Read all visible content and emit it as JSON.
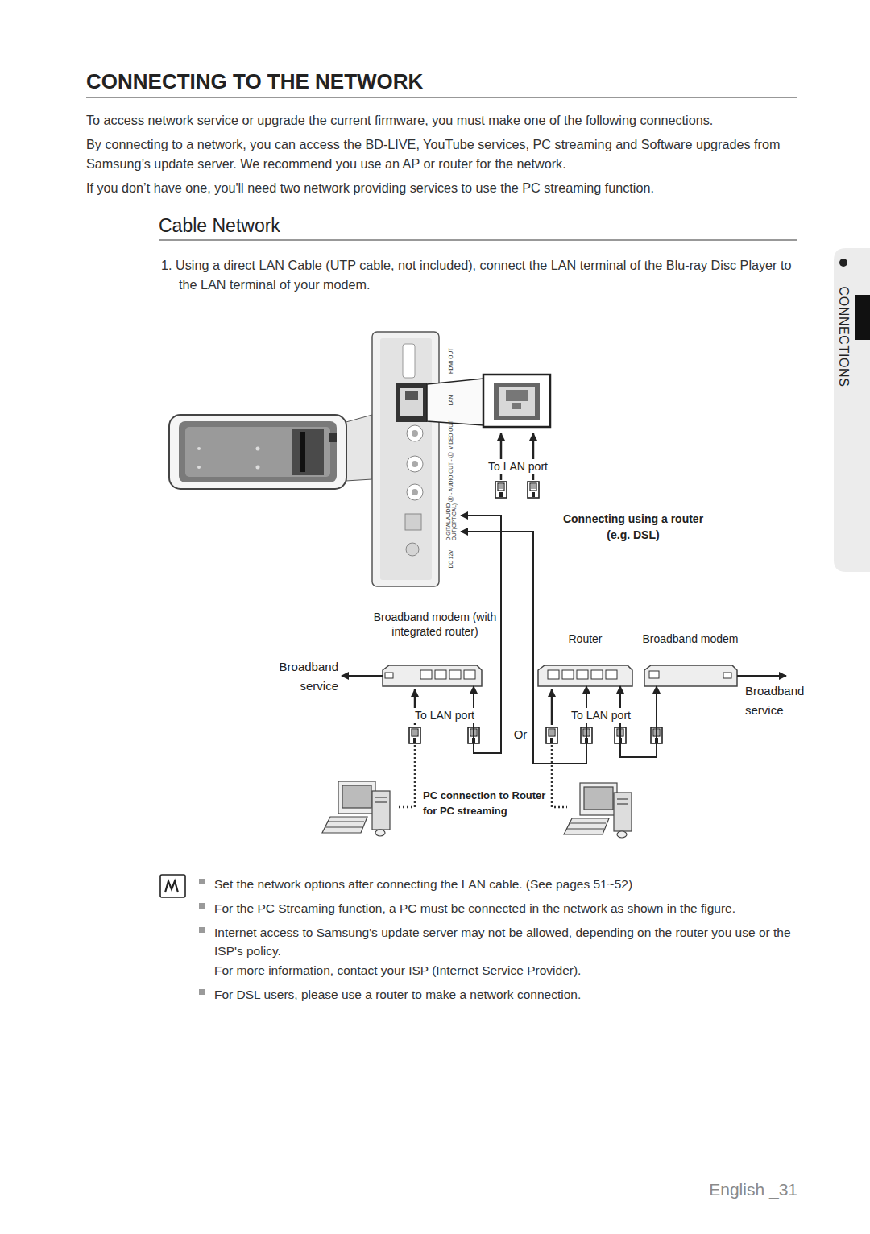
{
  "diagram": {
    "title": "CONNECTING TO THE NETWORK",
    "nodes": [
      {
        "text": [
          "HDMI OUT",
          "LAN",
          "VIDEO OUT",
          "Ⓡ - AUDIO OUT - Ⓛ",
          "DIGITAL AUDIO OUT(OPTICAL)",
          "DC 12V"
        ]
      },
      {
        "text": [
          "Broadband modem (with integrated router)"
        ]
      },
      {
        "text": [
          "Router"
        ]
      },
      {
        "text": [
          "Broadband modem"
        ]
      }
    ],
    "edges": [
      {
        "from": 0,
        "to": 1,
        "arrow": "both"
      },
      {
        "from": 0,
        "to": 2,
        "arrow": "both"
      },
      {
        "from": 2,
        "to": 3,
        "arrow": "both"
      }
    ],
    "labels": [
      "To access network service or upgrade the current firmware, you must make one of the following connections.",
      "By connecting to a network, you can access the BD-LIVE, YouTube services, PC streaming and Software upgrades from Samsung’s update server. We recommend you use an AP or router for the network.",
      "If you don’t have one, you'll need two network providing services to use the PC streaming function.",
      "Cable Network",
      "1. Using a direct LAN Cable (UTP cable, not included), connect the LAN terminal of the Blu-ray Disc Player to the LAN terminal of your modem.",
      "CONNECTIONS",
      "To LAN port",
      "Connecting using a router (e.g. DSL)",
      "Broadband service",
      "Broadband service",
      "To LAN port",
      "To LAN port",
      "Or",
      "PC connection to Router for PC streaming",
      "Set the network options after connecting the LAN cable. (See pages 51~52)",
      "For the PC Streaming function, a PC must be connected in the network as shown in the figure.",
      "Internet access to Samsung's update server may not be allowed, depending on the router you use or the ISP's policy.",
      "For more information, contact your ISP (Internet Service Provider).",
      "For DSL users, please use a router to make a network connection.",
      "English _31"
    ]
  }
}
